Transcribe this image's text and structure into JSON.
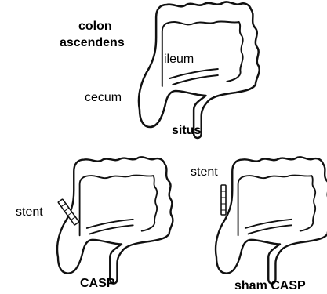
{
  "labels": {
    "colon": "colon",
    "ascendens": "ascendens",
    "ileum": "ileum",
    "cecum": "cecum",
    "situs": "situs",
    "stent_casp": "stent",
    "stent_sham": "stent",
    "casp": "CASP",
    "sham_casp": "sham CASP"
  }
}
